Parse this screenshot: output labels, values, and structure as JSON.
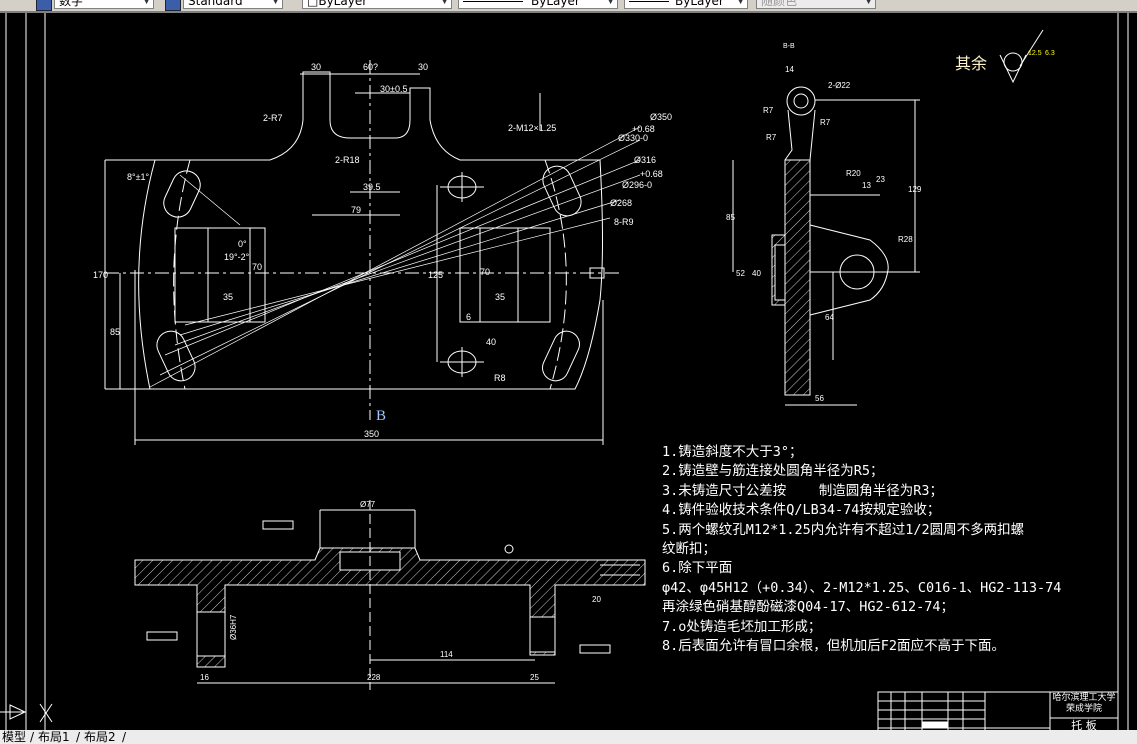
{
  "toolbar": {
    "dimstyle": "数字",
    "textstyle": "Standard",
    "layer": "ByLayer",
    "linetype": "ByLayer",
    "lineweight": "ByLayer",
    "plotstyle": "随颜色"
  },
  "drawing": {
    "view_label_b": "B",
    "section_label": "B-B",
    "roughness_note": "其余",
    "roughness_values": [
      "12.5",
      "6.3"
    ],
    "top_view_dims": {
      "d_60": "60?",
      "d_30a": "30",
      "d_30b": "30",
      "d_30_05": "30±0.5",
      "r7": "2-R7",
      "r18": "2-R18",
      "thread": "2-M12×1.25",
      "d_39_5": "39.5",
      "d_79": "79",
      "angle_8": "8°±1°",
      "angle_0": "0°",
      "angle_19": "19°-2°",
      "d_70a": "70",
      "d_35a": "35",
      "d_170": "170",
      "d_85": "85",
      "d_350": "350",
      "d_125": "125",
      "d_70b": "70",
      "d_35b": "35",
      "d_6": "6",
      "d_40": "40",
      "r8": "R8",
      "phi350": "Ø350",
      "phi330": "Ø330-0",
      "tol_068a": "+0.68",
      "phi316": "Ø316",
      "tol_068b": "+0.68",
      "phi296": "Ø296-0",
      "phi268": "Ø268",
      "r9": "8-R9"
    },
    "side_view_dims": {
      "d_14": "14",
      "phi22": "2-Ø22",
      "r7a": "R7",
      "r7b": "R7",
      "r7c": "R7",
      "r20": "R20",
      "d_13": "13",
      "d_23": "23",
      "d_129": "129",
      "d_85": "85",
      "d_52": "52",
      "d_40": "40",
      "r28": "R28",
      "d_64": "64",
      "d_56": "56"
    },
    "section_dims": {
      "phi77": "Ø77",
      "phi36": "Ø36H7",
      "d_114": "114",
      "d_228": "228",
      "d_16": "16",
      "d_25": "25",
      "d_20": "20"
    }
  },
  "notes": [
    "1.铸造斜度不大于3°；",
    "2.铸造壁与筋连接处圆角半径为R5；",
    "3.未铸造尺寸公差按    制造圆角半径为R3；",
    "4.铸件验收技术条件Q/LB34-74按规定验收；",
    "5.两个螺纹孔M12*1.25内允许有不超过1/2圆周不多两扣螺",
    "纹断扣；",
    "6.除下平面",
    "φ42、φ45H12（+0.34）、2-M12*1.25、C016-1、HG2-113-74",
    "再涂绿色硝基醇酚磁漆Q04-17、HG2-612-74；",
    "7.o处铸造毛坯加工形成；",
    "8.后表面允许有冒口余根，但机加后F2面应不高于下面。"
  ],
  "title_block": {
    "school": "哈尔滨理工大学",
    "college": "荣成学院",
    "part_name": "托  板"
  },
  "tabs": [
    {
      "label": "模型",
      "active": true
    },
    {
      "label": "布局1",
      "active": false
    },
    {
      "label": "布局2",
      "active": false
    }
  ],
  "colors": {
    "background": "#000000",
    "lines": "#ffffff",
    "roughness_yellow": "#ffff00",
    "label_blue": "#a0c8ff",
    "toolbar": "#d4d0c8"
  }
}
